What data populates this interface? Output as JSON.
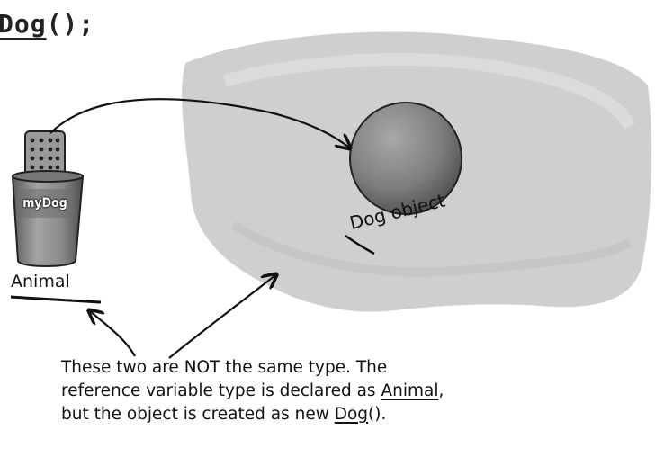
{
  "code_line": {
    "keyword": "Dog",
    "suffix": "();"
  },
  "reference": {
    "variable_name": "myDog",
    "declared_type": "Animal"
  },
  "object": {
    "label_prefix": "D",
    "label_rest": "og object"
  },
  "caption": {
    "line1": "These two are NOT the same type. The",
    "line2_prefix": "reference variable type is declared as ",
    "line2_type": "Animal",
    "line2_suffix": ",",
    "line3_prefix": "but the object is created as new ",
    "line3_type": "Dog",
    "line3_suffix": "()."
  },
  "colors": {
    "heap_fill": "#cfcfcf",
    "object_fill": "#7d7d7d",
    "cup_fill": "#8a8a8a",
    "ink": "#111111"
  }
}
